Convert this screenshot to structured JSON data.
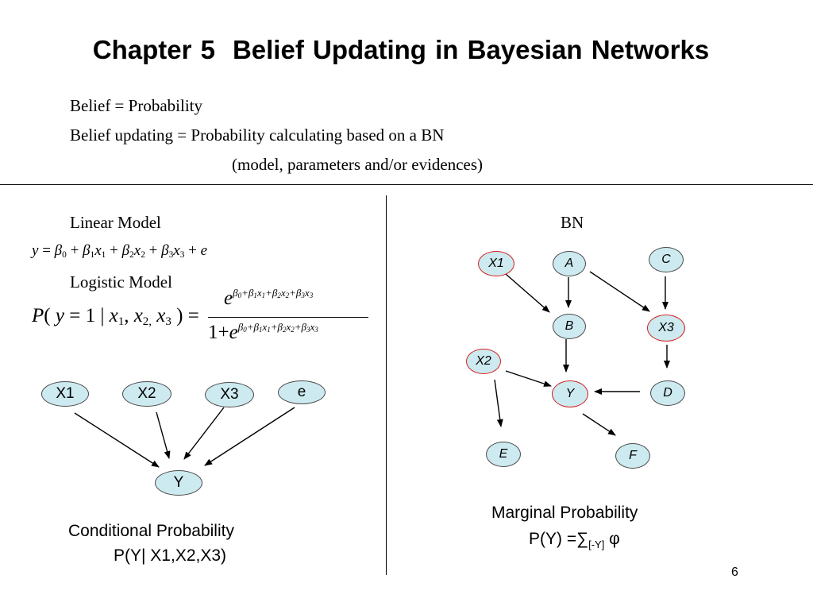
{
  "title": {
    "chapter": "Chapter 5",
    "text": "Belief Updating in Bayesian Networks"
  },
  "intro": {
    "line1": "Belief = Probability",
    "line2": "Belief updating = Probability calculating based on a BN",
    "line3": "(model, parameters and/or evidences)"
  },
  "left": {
    "linear_label": "Linear Model",
    "logistic_label": "Logistic Model",
    "nodes": {
      "x1": "X1",
      "x2": "X2",
      "x3": "X3",
      "e": "e",
      "y": "Y"
    },
    "caption1": "Conditional Probability",
    "caption2": "P(Y| X1,X2,X3)"
  },
  "right": {
    "bn_label": "BN",
    "nodes": {
      "x1": "X1",
      "a": "A",
      "c": "C",
      "b": "B",
      "x3": "X3",
      "x2": "X2",
      "y": "Y",
      "d": "D",
      "e": "E",
      "f": "F"
    },
    "caption1": "Marginal  Probability",
    "caption2_prefix": "P(Y) =∑",
    "caption2_sub": "[-Y]",
    "caption2_suffix": " φ"
  },
  "colors": {
    "node_fill": "#cdeaf0",
    "node_border": "#4a4a4a",
    "evidence_border": "#d42020"
  },
  "page_number": "6"
}
